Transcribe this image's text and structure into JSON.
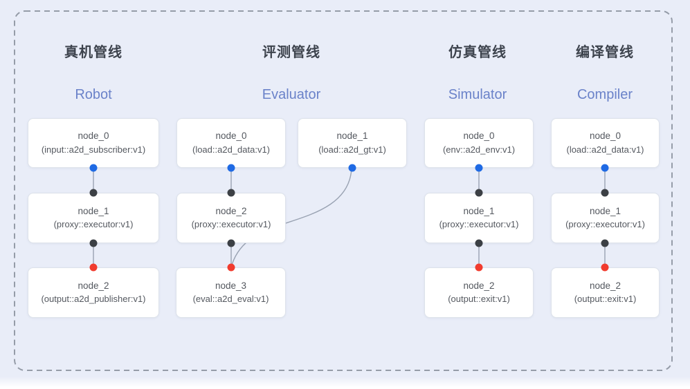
{
  "colors": {
    "background": "#e9edf8",
    "frame_dash": "#959ca8",
    "box_background": "#ffffff",
    "box_border": "#dde2ea",
    "title_text": "#3d434d",
    "subtitle_text": "#6a82c9",
    "node_text": "#53575e",
    "edge_line": "#99a2b2",
    "port_output_blue": "#1f6ae4",
    "port_link_black": "#3c4045",
    "port_input_red": "#f13b2e"
  },
  "pipelines": [
    {
      "title_zh": "真机管线",
      "title_en": "Robot",
      "nodes": [
        {
          "name": "node_0",
          "type": "(input::a2d_subscriber:v1)"
        },
        {
          "name": "node_1",
          "type": "(proxy::executor:v1)"
        },
        {
          "name": "node_2",
          "type": "(output::a2d_publisher:v1)"
        }
      ]
    },
    {
      "title_zh": "评测管线",
      "title_en": "Evaluator",
      "nodes": [
        {
          "name": "node_0",
          "type": "(load::a2d_data:v1)"
        },
        {
          "name": "node_1",
          "type": "(load::a2d_gt:v1)"
        },
        {
          "name": "node_2",
          "type": "(proxy::executor:v1)"
        },
        {
          "name": "node_3",
          "type": "(eval::a2d_eval:v1)"
        }
      ]
    },
    {
      "title_zh": "仿真管线",
      "title_en": "Simulator",
      "nodes": [
        {
          "name": "node_0",
          "type": "(env::a2d_env:v1)"
        },
        {
          "name": "node_1",
          "type": "(proxy::executor:v1)"
        },
        {
          "name": "node_2",
          "type": "(output::exit:v1)"
        }
      ]
    },
    {
      "title_zh": "编译管线",
      "title_en": "Compiler",
      "nodes": [
        {
          "name": "node_0",
          "type": "(load::a2d_data:v1)"
        },
        {
          "name": "node_1",
          "type": "(proxy::executor:v1)"
        },
        {
          "name": "node_2",
          "type": "(output::exit:v1)"
        }
      ]
    }
  ]
}
